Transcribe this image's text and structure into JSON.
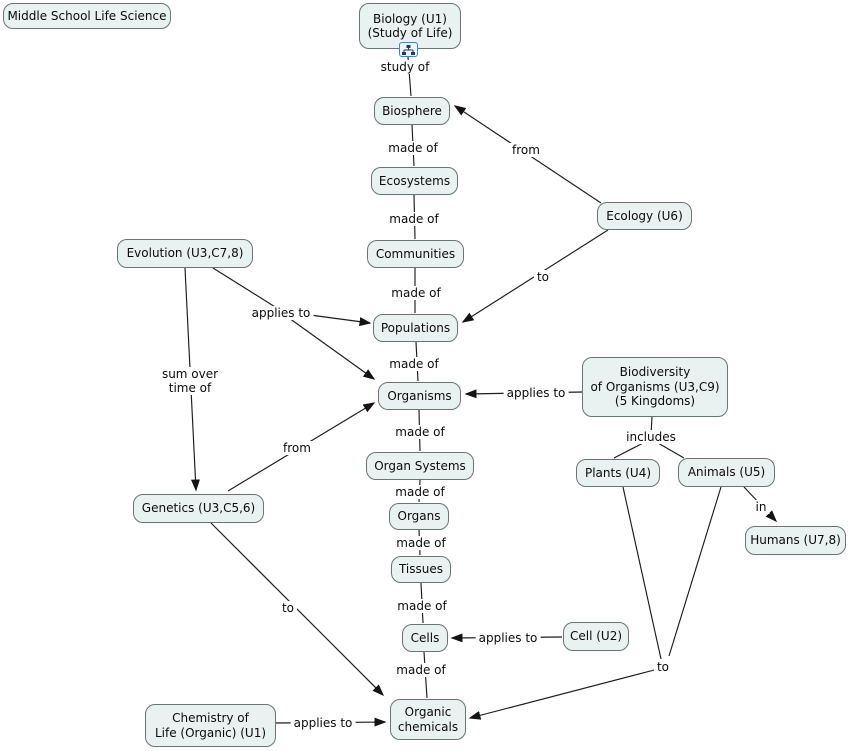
{
  "map_title": "Middle School Life Science",
  "nodes": {
    "biology": "Biology (U1)\n(Study of Life)",
    "biosphere": "Biosphere",
    "ecosystems": "Ecosystems",
    "communities": "Communities",
    "populations": "Populations",
    "organisms": "Organisms",
    "organ_systems": "Organ Systems",
    "organs": "Organs",
    "tissues": "Tissues",
    "cells": "Cells",
    "organic_chemicals": "Organic\nchemicals",
    "ecology": "Ecology (U6)",
    "evolution": "Evolution (U3,C7,8)",
    "genetics": "Genetics (U3,C5,6)",
    "biodiversity": "Biodiversity\nof Organisms (U3,C9)\n(5 Kingdoms)",
    "plants": "Plants (U4)",
    "animals": "Animals (U5)",
    "humans": "Humans (U7,8)",
    "cell_unit": "Cell (U2)",
    "chemistry": "Chemistry of\nLife (Organic) (U1)"
  },
  "edges": [
    {
      "from": "biology",
      "to": "biosphere",
      "label": "study of"
    },
    {
      "from": "biosphere",
      "to": "ecosystems",
      "label": "made of"
    },
    {
      "from": "ecosystems",
      "to": "communities",
      "label": "made of"
    },
    {
      "from": "communities",
      "to": "populations",
      "label": "made of"
    },
    {
      "from": "populations",
      "to": "organisms",
      "label": "made of"
    },
    {
      "from": "organisms",
      "to": "organ_systems",
      "label": "made of"
    },
    {
      "from": "organ_systems",
      "to": "organs",
      "label": "made of"
    },
    {
      "from": "organs",
      "to": "tissues",
      "label": "made of"
    },
    {
      "from": "tissues",
      "to": "cells",
      "label": "made of"
    },
    {
      "from": "cells",
      "to": "organic_chemicals",
      "label": "made of"
    },
    {
      "from": "ecology",
      "to": "biosphere",
      "label": "from"
    },
    {
      "from": "ecology",
      "to": "populations",
      "label": "to"
    },
    {
      "from": "evolution",
      "to": [
        "populations",
        "organisms"
      ],
      "label": "applies to"
    },
    {
      "from": "evolution",
      "to": "genetics",
      "label": "sum over\ntime of"
    },
    {
      "from": "genetics",
      "to": "organisms",
      "label": "from"
    },
    {
      "from": "genetics",
      "to": "organic_chemicals",
      "label": "to"
    },
    {
      "from": "biodiversity",
      "to": "organisms",
      "label": "applies to"
    },
    {
      "from": "biodiversity",
      "to": [
        "plants",
        "animals"
      ],
      "label": "includes"
    },
    {
      "from": "animals",
      "to": "humans",
      "label": "in"
    },
    {
      "from": [
        "plants",
        "animals"
      ],
      "to": "organic_chemicals",
      "label": "to"
    },
    {
      "from": "cell_unit",
      "to": "cells",
      "label": "applies to"
    },
    {
      "from": "chemistry",
      "to": "organic_chemicals",
      "label": "applies to"
    }
  ],
  "icons": {
    "biology_resource": "concept-map-icon"
  },
  "colors": {
    "node_fill": "#eaf1f1",
    "node_border": "#6a7474",
    "line": "#1c1c1c",
    "icon_accent": "#4d7fc4",
    "background": "#ffffff"
  }
}
